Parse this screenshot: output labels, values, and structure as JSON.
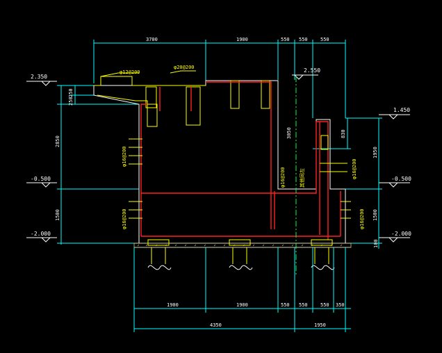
{
  "drawing": {
    "top_dims": [
      "3700",
      "1900",
      "550",
      "550",
      "550"
    ],
    "bottom_dims": [
      "1900",
      "1900",
      "550",
      "550",
      "550",
      "350"
    ],
    "bottom_totals": [
      "4350",
      "1950"
    ],
    "levels": {
      "top_left": "2.350",
      "top_mid": "2.550",
      "right_high": "1.450",
      "mid_left": "-0.500",
      "mid_right": "-0.500",
      "bottom_left": "-2.000",
      "bottom_right": "-2.000"
    },
    "left_dims": [
      "250",
      "250",
      "2850",
      "1500"
    ],
    "right_dims": [
      "830",
      "1950",
      "1500"
    ],
    "inner_dims": [
      "3050"
    ],
    "rebar_labels": {
      "top_a": "φ12@200",
      "top_b": "φ20@200",
      "wall_left": "φ16@200",
      "wall_left_low": "φ16@200",
      "center": "φ16@200",
      "center_note": "其他同左",
      "right_upper": "φ16@200",
      "right_lower": "φ16@200"
    },
    "bottom_right_small": "100"
  }
}
